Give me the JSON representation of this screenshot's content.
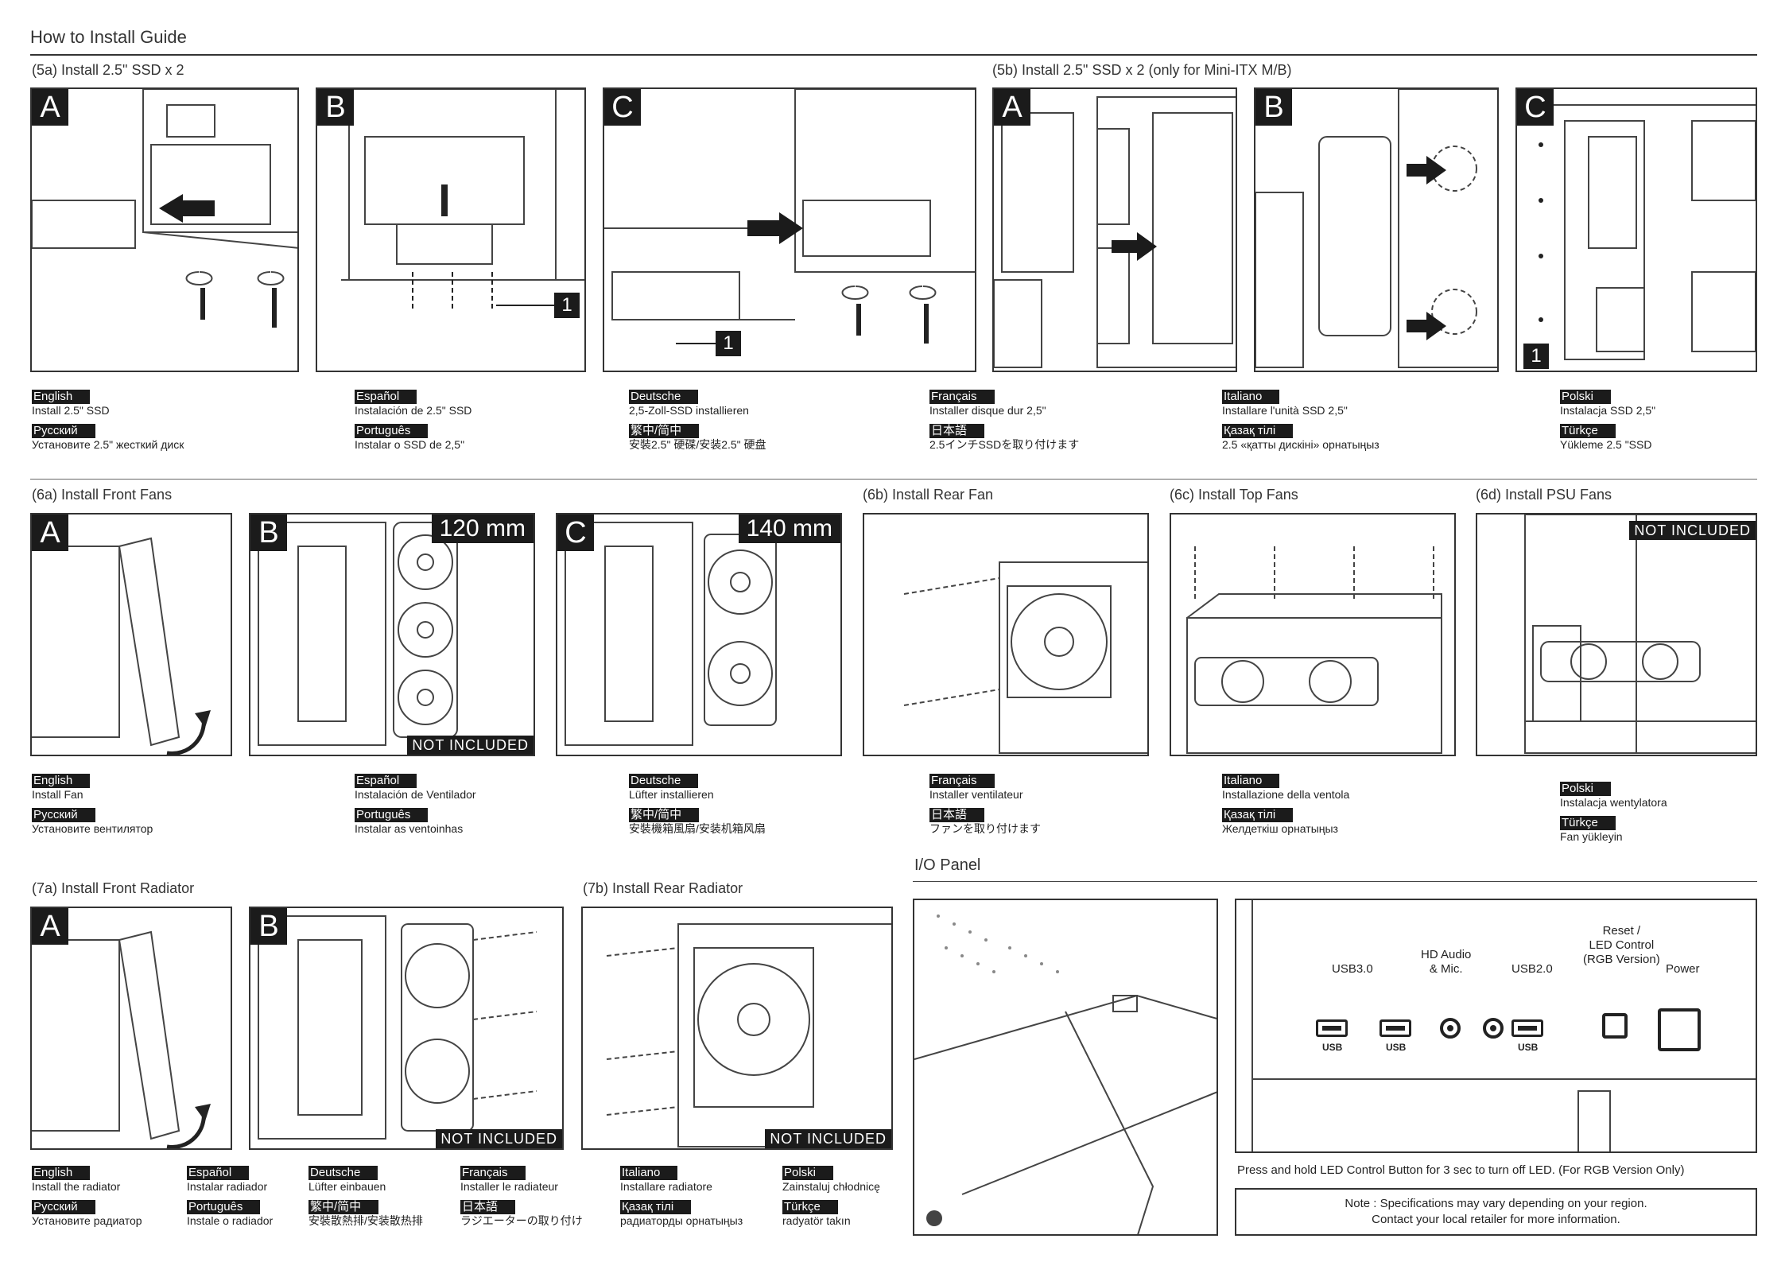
{
  "page_title": "How to Install Guide",
  "sections": {
    "s5a": "(5a) Install 2.5\" SSD x 2",
    "s5b": "(5b) Install 2.5\" SSD x 2 (only for Mini-ITX M/B)",
    "s6a": "(6a) Install Front Fans",
    "s6b": "(6b) Install Rear Fan",
    "s6c": "(6c) Install Top Fans",
    "s6d": "(6d) Install PSU Fans",
    "s7a": "(7a) Install Front Radiator",
    "s7b": "(7b) Install Rear Radiator",
    "io": "I/O Panel"
  },
  "labels": {
    "a": "A",
    "b": "B",
    "c": "C",
    "one": "1",
    "mm120": "120 mm",
    "mm140": "140 mm",
    "not_included": "NOT INCLUDED"
  },
  "legend5": [
    {
      "lang1": "English",
      "txt1": "Install 2.5\" SSD",
      "lang2": "Русский",
      "txt2": "Установите 2.5\" жесткий диск"
    },
    {
      "lang1": "Español",
      "txt1": "Instalación de 2.5\" SSD",
      "lang2": "Português",
      "txt2": "Instalar o SSD de 2,5\""
    },
    {
      "lang1": "Deutsche",
      "txt1": "2,5-Zoll-SSD installieren",
      "lang2": "繁中/简中",
      "txt2": "安裝2.5\" 硬碟/安装2.5\" 硬盘"
    },
    {
      "lang1": "Français",
      "txt1": "Installer disque dur 2,5\"",
      "lang2": "日本語",
      "txt2": "2.5インチSSDを取り付けます"
    },
    {
      "lang1": "Italiano",
      "txt1": "Installare l'unità SSD 2,5\"",
      "lang2": "Қазақ тілі",
      "txt2": "2.5 «қатты дискіні» орнатыңыз"
    },
    {
      "lang1": "Polski",
      "txt1": "Instalacja SSD 2,5\"",
      "lang2": "Türkçe",
      "txt2": "Yükleme 2.5 \"SSD"
    }
  ],
  "legend6": [
    {
      "lang1": "English",
      "txt1": "Install Fan",
      "lang2": "Русский",
      "txt2": "Установите вентилятор"
    },
    {
      "lang1": "Español",
      "txt1": "Instalación de Ventilador",
      "lang2": "Português",
      "txt2": "Instalar as ventoinhas"
    },
    {
      "lang1": "Deutsche",
      "txt1": "Lüfter installieren",
      "lang2": "繁中/简中",
      "txt2": "安裝機箱風扇/安装机箱风扇"
    },
    {
      "lang1": "Français",
      "txt1": "Installer ventilateur",
      "lang2": "日本語",
      "txt2": "ファンを取り付けます"
    },
    {
      "lang1": "Italiano",
      "txt1": "Installazione della ventola",
      "lang2": "Қазақ тілі",
      "txt2": "Желдеткіш орнатыңыз"
    },
    {
      "lang1": "Polski",
      "txt1": "Instalacja wentylatora",
      "lang2": "Türkçe",
      "txt2": "Fan yükleyin"
    }
  ],
  "legend7": [
    {
      "lang1": "English",
      "txt1": "Install the radiator",
      "lang2": "Русский",
      "txt2": "Установите радиатор"
    },
    {
      "lang1": "Español",
      "txt1": "Instalar radiador",
      "lang2": "Português",
      "txt2": "Instale o radiador"
    },
    {
      "lang1": "Deutsche",
      "txt1": "Lüfter einbauen",
      "lang2": "繁中/简中",
      "txt2": "安裝散熱排/安装散热排"
    },
    {
      "lang1": "Français",
      "txt1": "Installer le radiateur",
      "lang2": "日本語",
      "txt2": "ラジエーターの取り付け"
    },
    {
      "lang1": "Italiano",
      "txt1": "Installare radiatore",
      "lang2": "Қазақ тілі",
      "txt2": "радиаторды орнатыңыз"
    },
    {
      "lang1": "Polski",
      "txt1": "Zainstaluj chłodnicę",
      "lang2": "Türkçe",
      "txt2": "radyatör takın"
    }
  ],
  "io_panel": {
    "usb30": "USB3.0",
    "hd_audio": "HD Audio\n& Mic.",
    "usb20": "USB2.0",
    "reset": "Reset /\nLED Control\n(RGB Version)",
    "power": "Power",
    "usb_port": "USB",
    "led_note": "Press and hold LED Control Button for 3 sec to turn off LED. (For RGB Version Only)"
  },
  "note": {
    "line1": "Note : Specifications may vary depending on your region.",
    "line2": "Contact your local retailer for more information."
  }
}
